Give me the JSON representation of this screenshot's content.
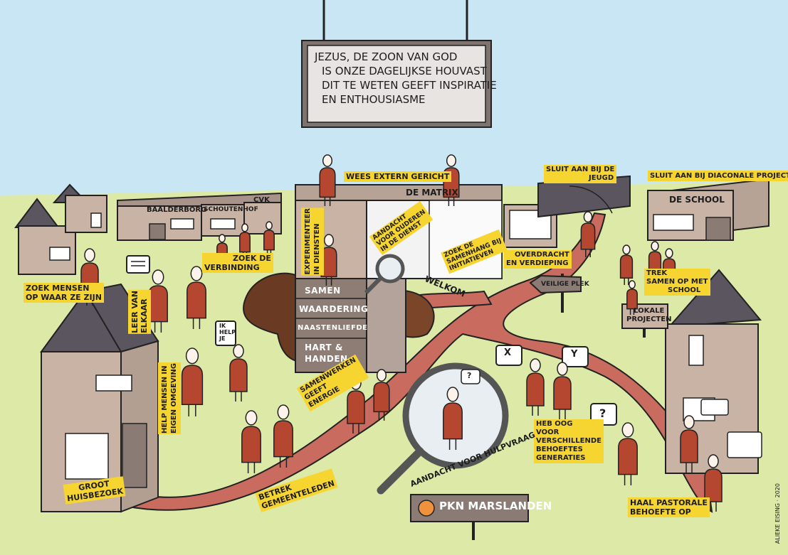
{
  "main_sign": {
    "lines": [
      "JEZUS, DE ZOON VAN GOD",
      "IS ONZE DAGELIJKSE HOUVAST",
      "DIT TE WETEN GEEFT INSPIRATIE",
      "EN ENTHOUSIASME"
    ]
  },
  "buildings": {
    "baalderborg": "BAALDERBORG",
    "schoutenhof": "SCHOUTENHOF",
    "cvk": "CVK",
    "matrix": "DE MATRIX",
    "school": "DE SCHOOL"
  },
  "foundation_blocks": [
    "SAMEN",
    "WAARDERING",
    "NAASTENLIEFDE",
    "HART &",
    "HANDEN"
  ],
  "labels": {
    "zoek_mensen": [
      "ZOEK MENSEN",
      "OP WAAR ZE ZIJN"
    ],
    "zoek_verbinding": [
      "ZOEK DE",
      "VERBINDING"
    ],
    "leer_van_elkaar": [
      "LEER VAN",
      "ELKAAR"
    ],
    "wees_extern": "WEES EXTERN GERICHT",
    "experimenteer": [
      "EXPERIMENTEER",
      "IN DIENSTEN"
    ],
    "aandacht_ouderen": [
      "AANDACHT",
      "VOOR OUDEREN",
      "IN DE DIENST"
    ],
    "zoek_samenhang": [
      "ZOEK DE",
      "SAMENHANG BIJ",
      "INITIATIEVEN"
    ],
    "overdracht": [
      "OVERDRACHT",
      "EN VERDIEPING"
    ],
    "sluit_jeugd": [
      "SLUIT AAN BIJ DE",
      "JEUGD"
    ],
    "sluit_diaconale": "SLUIT AAN BIJ DIACONALE PROJECTEN",
    "trek_samen": [
      "TREK",
      "SAMEN OP MET",
      "SCHOOL"
    ],
    "welkom": "WELKOM",
    "veilige_plek": "VEILIGE PLEK",
    "lokale_projecten": [
      "LOKALE",
      "PROJECTEN"
    ],
    "help_mensen": [
      "HELP MENSEN IN",
      "EIGEN OMGEVING"
    ],
    "ik_help_je": [
      "IK",
      "HELP",
      "JE"
    ],
    "samenwerken": [
      "SAMENWERKEN",
      "GEEFT",
      "ENERGIE"
    ],
    "heb_oog": [
      "HEB OOG",
      "VOOR",
      "VERSCHILLENDE",
      "BEHOEFTES",
      "GENERATIES"
    ],
    "aandacht_hulpvraag": "AANDACHT VOOR HULPVRAAG",
    "groot_huisbezoek": [
      "GROOT",
      "HUISBEZOEK"
    ],
    "betrek": [
      "BETREK",
      "GEMEENTELEDEN"
    ],
    "pkn": "PKN MARSLANDEN",
    "haal_pastorale": [
      "HAAL PASTORALE",
      "BEHOEFTE OP"
    ],
    "bubble_x": "X",
    "bubble_y": "Y",
    "bubble_q1": "?",
    "bubble_q2": "?",
    "signature": "ALIEKE EISING · 2020"
  },
  "colors": {
    "sky": "#c9e6f4",
    "grass": "#dde9a6",
    "road": "#c96b5f",
    "highlight": "#f7d531",
    "person": "#b5462f",
    "building": "#c8b3a5",
    "roof": "#5b5560"
  }
}
